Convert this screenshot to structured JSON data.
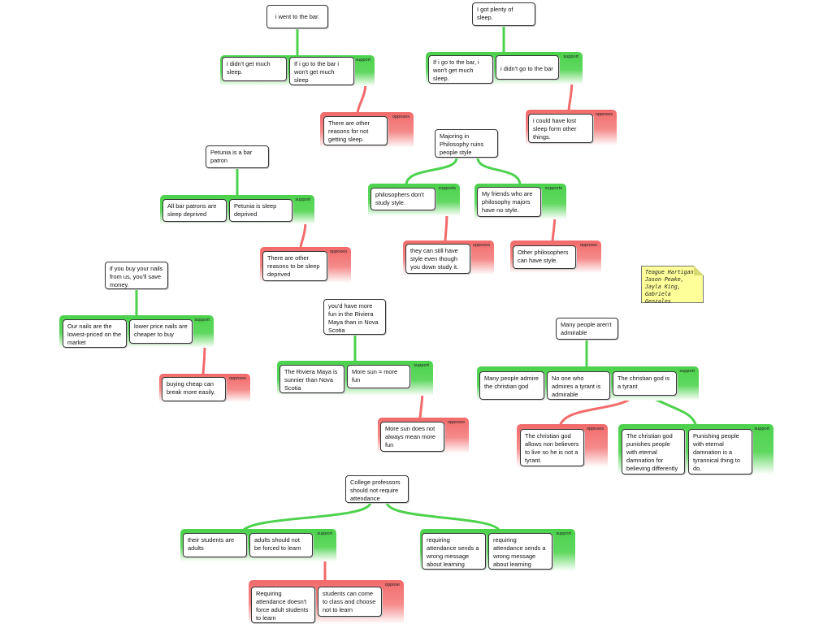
{
  "colors": {
    "support": "#4cd24c",
    "oppose": "#f26a6a",
    "note": "#ffff99"
  },
  "note": {
    "text": "Teague Hartigan, Jason Peake, Jayla King, Gabriela Genzales"
  },
  "maps": [
    {
      "claim": "i went to the bar.",
      "support": {
        "tag": "support",
        "premises": [
          "i didn't get much sleep.",
          "If i go to the bar i won't get much sleep"
        ]
      },
      "oppose": {
        "tag": "opposes",
        "premises": [
          "There are other reasons for not getting sleep."
        ]
      }
    },
    {
      "claim": "I got plenty of sleep.",
      "support": {
        "tag": "support",
        "premises": [
          "If i go to the bar, i won't get much sleep.",
          "i didn't go to the bar"
        ]
      },
      "oppose": {
        "tag": "opposes",
        "premises": [
          "i could have lost sleep form other things."
        ]
      }
    },
    {
      "claim": "Majoring in Philosophy ruins people style",
      "supportA": {
        "tag": "supports",
        "premises": [
          "philosophers don't study style."
        ]
      },
      "opposeA": {
        "tag": "opposes",
        "premises": [
          "they can still have style even though you down study it."
        ]
      },
      "supportB": {
        "tag": "supports",
        "premises": [
          "My friends who are philosophy majors have no style."
        ]
      },
      "opposeB": {
        "tag": "opposes",
        "premises": [
          "Other philosophers can have style."
        ]
      }
    },
    {
      "claim": "Petunia is a bar patron",
      "support": {
        "tag": "support",
        "premises": [
          "All bar patrons are sleep deprived",
          "Petunia is sleep deprived"
        ]
      },
      "oppose": {
        "tag": "opposes",
        "premises": [
          "There are other reasons to be sleep deprived"
        ]
      }
    },
    {
      "claim": "if you buy your nails from us, you'll save money.",
      "support": {
        "tag": "support",
        "premises": [
          "Our nails are the lowest-priced on the market",
          "lower price nails are cheaper to buy"
        ]
      },
      "oppose": {
        "tag": "opposes",
        "premises": [
          "buying cheap can break more easily."
        ]
      }
    },
    {
      "claim": "you'd have more fun in the Riviera Maya than in Nova Scotia",
      "support": {
        "tag": "support",
        "premises": [
          "The Riviera Maya is sunnier than Nova Scotia",
          "More sun = more fun"
        ]
      },
      "oppose": {
        "tag": "opposes",
        "premises": [
          "More sun does not always mean more fun"
        ]
      }
    },
    {
      "claim": "Many people aren't admirable",
      "support": {
        "tag": "support",
        "premises": [
          "Many people admire the christian god",
          "No one who admires a tyrant is admirable",
          "The christian god is a tyrant"
        ]
      },
      "oppose": {
        "tag": "opposes",
        "premises": [
          "The christian god allows non believers to live so he is not a tyrant."
        ]
      },
      "support2": {
        "tag": "support",
        "premises": [
          "The christian god punishes people with eternal damnation for believing differently",
          "Punishing people with eternal damnation is a tyrannical thing to do."
        ]
      }
    },
    {
      "claim": "College professors should not require attendance",
      "supportA": {
        "tag": "support",
        "premises": [
          "their students are adults",
          "adults should not be forced to learn"
        ]
      },
      "supportB": {
        "tag": "support",
        "premises": [
          "requiring attendance sends a wrong message about learning",
          "requiring attendance sends a wrong message about learning"
        ]
      },
      "oppose": {
        "tag": "oppose",
        "premises": [
          "Requiring attendance doesn't force adult students to learn",
          "students can come to class and choose not to learn"
        ]
      }
    }
  ]
}
